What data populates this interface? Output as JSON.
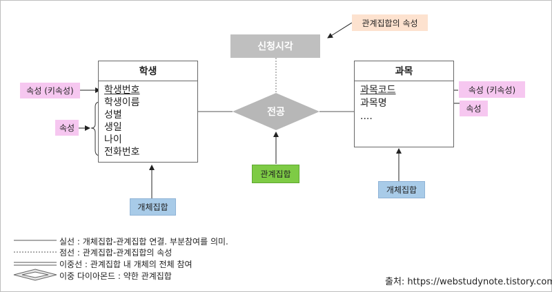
{
  "relationship": {
    "label": "전공"
  },
  "relationship_attribute": {
    "label": "신청시각"
  },
  "entities": {
    "student": {
      "title": "학생",
      "key_attr": "학생번호",
      "attrs": [
        "학생이름",
        "성별",
        "생일",
        "나이",
        "전화번호"
      ]
    },
    "course": {
      "title": "과목",
      "key_attr": "과목코드",
      "attrs": [
        "과목명",
        "...."
      ]
    }
  },
  "tags": {
    "rel_attr": "관계집합의 속성",
    "student_key": "속성 (키속성)",
    "student_attr": "속성",
    "course_key": "속성 (키속성)",
    "course_attr": "속성",
    "entity_set_left": "개체집합",
    "entity_set_right": "개체집합",
    "relationship_set": "관계집합"
  },
  "legend": [
    "실선 : 개체집합-관계집합 연결. 부분참여를 의미.",
    "점선 : 관계집합-관계집합의 속성",
    "이중선 : 관계집합 내 개체의 전체 참여",
    "이중 다이아몬드 : 약한 관계집합"
  ],
  "source": "출처: https://webstudynote.tistory.com/",
  "colors": {
    "pink": "#f6c7f0",
    "blue": "#a8cbe8",
    "green": "#7ecb45",
    "peach": "#fde2cf",
    "relationship": "#b7b7b7",
    "attribute": "#bfbfbf"
  }
}
